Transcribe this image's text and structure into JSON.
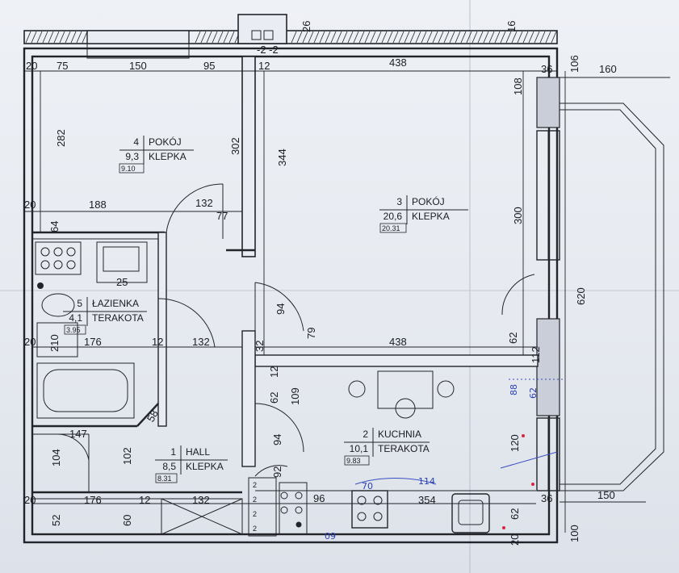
{
  "rooms": [
    {
      "num": "4",
      "name": "POKÓJ",
      "area": "9,3",
      "floor": "KLEPKA",
      "measured": "9.10"
    },
    {
      "num": "3",
      "name": "POKÓJ",
      "area": "20,6",
      "floor": "KLEPKA",
      "measured": "20.31"
    },
    {
      "num": "5",
      "name": "ŁAZIENKA",
      "area": "4,1",
      "floor": "TERAKOTA",
      "measured": "3.95"
    },
    {
      "num": "2",
      "name": "KUCHNIA",
      "area": "10,1",
      "floor": "TERAKOTA",
      "measured": "9.83"
    },
    {
      "num": "1",
      "name": "HALL",
      "area": "8,5",
      "floor": "KLEPKA",
      "measured": "8.31"
    }
  ],
  "dims": {
    "d26": "26",
    "d16": "16",
    "d20a": "20",
    "d75": "75",
    "d150": "150",
    "d95": "95",
    "d12a": "12",
    "d438a": "438",
    "d36a": "36",
    "d106": "106",
    "d160": "160",
    "d282": "282",
    "d302": "302",
    "d344": "344",
    "d108": "108",
    "d300": "300",
    "d20b": "20",
    "d188": "188",
    "d132a": "132",
    "d77": "77",
    "d64": "64",
    "d620": "620",
    "d94a": "94",
    "d79": "79",
    "d20c": "20",
    "d210": "210",
    "d176a": "176",
    "d12b": "12",
    "d132b": "132",
    "d32": "32",
    "d438b": "438",
    "d62a": "62",
    "d112": "112",
    "d12c": "12",
    "d62b": "62",
    "d109": "109",
    "d58": "58",
    "d147": "147",
    "d94b": "94",
    "d104": "104",
    "d102": "102",
    "d120": "120",
    "d92": "92",
    "d96": "96",
    "d20d": "20",
    "d176b": "176",
    "d12d": "12",
    "d132c": "132",
    "d354": "354",
    "d36b": "36",
    "d150b": "150",
    "d52": "52",
    "d60": "60",
    "d62c": "62",
    "d20e": "20",
    "d100": "100",
    "d25": "25",
    "d22": "-2 -2"
  },
  "counters": [
    "2",
    "2",
    "2",
    "2"
  ],
  "annotations": {
    "a1": "88",
    "a2": "62",
    "a3": "114",
    "a4": "70",
    "a5": "09"
  }
}
